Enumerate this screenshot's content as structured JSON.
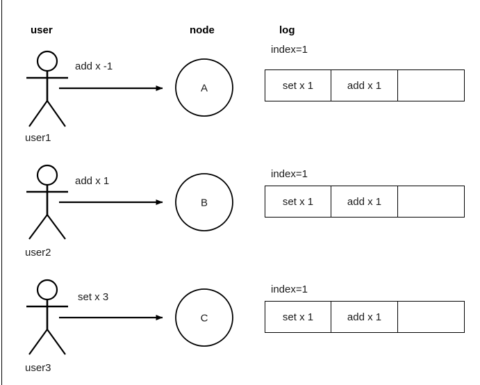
{
  "columns": {
    "user": "user",
    "node": "node",
    "log": "log"
  },
  "rows": [
    {
      "actor": "user1",
      "message": "add x -1",
      "node": "A",
      "index_label": "index=1",
      "log_cells": [
        "set x 1",
        "add x 1",
        ""
      ]
    },
    {
      "actor": "user2",
      "message": "add x 1",
      "node": "B",
      "index_label": "index=1",
      "log_cells": [
        "set x 1",
        "add x 1",
        ""
      ]
    },
    {
      "actor": "user3",
      "message": "set x 3",
      "node": "C",
      "index_label": "index=1",
      "log_cells": [
        "set x 1",
        "add x 1",
        ""
      ]
    }
  ],
  "colors": {
    "stroke": "#000000",
    "text": "#1a1a1a",
    "background": "#ffffff"
  }
}
